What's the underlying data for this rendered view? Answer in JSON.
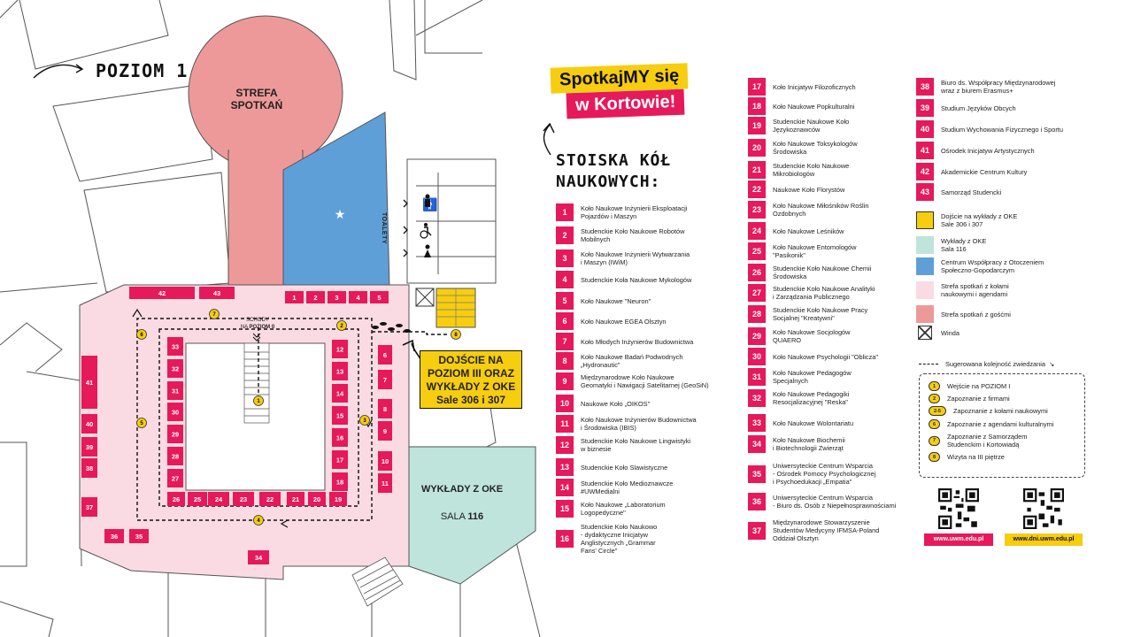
{
  "map": {
    "level_title": "POZIOM 1",
    "meeting_zone": "STREFA SPOTKAŃ",
    "toilets": "TOALETY",
    "stairs_line1": "SCHODY",
    "stairs_line2": "NA",
    "stairs_line3": "POZIOM 0",
    "callout": "DOJŚCIE NA POZIOM III ORAZ WYKŁADY Z OKE Sale 306 i 307",
    "lectures": "WYKŁADY Z OKE",
    "sala": "SALA",
    "sala_num": "116",
    "booth_labels": [
      "1",
      "2",
      "3",
      "4",
      "5",
      "6",
      "7",
      "8",
      "9",
      "10",
      "11",
      "12",
      "13",
      "14",
      "15",
      "16",
      "17",
      "18",
      "19",
      "20",
      "21",
      "22",
      "23",
      "24",
      "25",
      "26",
      "27",
      "28",
      "29",
      "30",
      "31",
      "32",
      "33",
      "34",
      "35",
      "36",
      "37",
      "38",
      "39",
      "40",
      "41",
      "42",
      "43"
    ],
    "route_labels": [
      "1",
      "2",
      "3",
      "4",
      "5",
      "6",
      "7",
      "8"
    ]
  },
  "header": {
    "title_line1": "SpotkajMY się",
    "title_line2": "w Kortowie!",
    "subtitle": "STOISKA KÓŁ NAUKOWYCH:"
  },
  "booths": [
    {
      "n": "1",
      "name": "Koło Naukowe Inżynierii Eksploatacji\nPojazdów i Maszyn"
    },
    {
      "n": "2",
      "name": "Studenckie Koło Naukowe Robotów\nMobilnych"
    },
    {
      "n": "3",
      "name": "Koło Naukowe Inżynierii Wytwarzania\ni Maszyn (IWiM)"
    },
    {
      "n": "4",
      "name": "Studenckie Koła Naukowe Mykologów"
    },
    {
      "n": "5",
      "name": "Koło Naukowe \"Neuron\""
    },
    {
      "n": "6",
      "name": "Koło Naukowe EGEA Olsztyn"
    },
    {
      "n": "7",
      "name": "Koło Młodych Inżynierów Budownictwa"
    },
    {
      "n": "8",
      "name": "Koło Naukowe Badań Podwodnych\n„Hydronautic\""
    },
    {
      "n": "9",
      "name": "Międzynarodowe Koło Naukowe\nGeomatyki i Nawigacji Satelitarnej (GeoSiN)"
    },
    {
      "n": "10",
      "name": "Naukowe Koło „OIKOS\""
    },
    {
      "n": "11",
      "name": "Koło Naukowe Inżynierów Budownictwa\ni Środowiska (IBIS)"
    },
    {
      "n": "12",
      "name": "Studenckie Koło Naukowe Lingwistyki\nw biznesie"
    },
    {
      "n": "13",
      "name": "Studenckie Koło Slawistyczne"
    },
    {
      "n": "14",
      "name": "Studenckie Koło Medioznawcze\n#UWMedialni"
    },
    {
      "n": "15",
      "name": "Koło Naukowe „Laboratorium\nLogopedyczne\""
    },
    {
      "n": "16",
      "name": "Studenckie Koło Naukowo\n- dydaktyczne Inicjatyw\nAnglistycznych „Grammar\nFans' Circle\""
    },
    {
      "n": "17",
      "name": "Koło Inicjatyw Filozoficznych"
    },
    {
      "n": "18",
      "name": "Koło Naukowe Popkulturalni"
    },
    {
      "n": "19",
      "name": "Studenckie Naukowe Koło\nJęzykoznawców"
    },
    {
      "n": "20",
      "name": "Koło Naukowe Toksykologów\nŚrodowiska"
    },
    {
      "n": "21",
      "name": "Studenckie Koło Naukowe\nMikrobiologów"
    },
    {
      "n": "22",
      "name": "Naukowe Koło Florystów"
    },
    {
      "n": "23",
      "name": "Koło Naukowe Miłośników Roślin\nOzdobnych"
    },
    {
      "n": "24",
      "name": "Koło Naukowe Leśników"
    },
    {
      "n": "25",
      "name": "Koło Naukowe Entomologów\n\"Pasikonik\""
    },
    {
      "n": "26",
      "name": "Studenckie Koło Naukowe Chemii\nŚrodowiska"
    },
    {
      "n": "27",
      "name": "Studenckie Koło Naukowe Analityki\ni Zarządzania Publicznego"
    },
    {
      "n": "28",
      "name": "Studenckie Koło Naukowe Pracy\nSocjalnej \"Kreatywni\""
    },
    {
      "n": "29",
      "name": "Koło Naukowe Socjologów\nQUAERO"
    },
    {
      "n": "30",
      "name": "Koło Naukowe Psychologii \"Oblicza\""
    },
    {
      "n": "31",
      "name": "Koło Naukowe Pedagogów\nSpecjalnych"
    },
    {
      "n": "32",
      "name": "Koło Naukowe Pedagogiki\nResocjalizacyjnej \"Reska\""
    },
    {
      "n": "33",
      "name": "Koło Naukowe Wolontariatu"
    },
    {
      "n": "34",
      "name": "Koło Naukowe Biochemii\ni Biotechnologii Zwierząt"
    },
    {
      "n": "35",
      "name": "Uniwersyteckie Centrum Wsparcia\n- Ośrodek Pomocy Psychologicznej\ni Psychoedukacji „Empatia\""
    },
    {
      "n": "36",
      "name": "Uniwersyteckie Centrum Wsparcia\n- Biuro ds. Osób z Niepełnosprawnościami"
    },
    {
      "n": "37",
      "name": "Międzynarodowe Stowarzyszenie\nStudentów Medycyny IFMSA-Poland\nOddział Olsztyn"
    },
    {
      "n": "38",
      "name": "Biuro ds. Współpracy Międzynarodowej\nwraz z biurem Erasmus+"
    },
    {
      "n": "39",
      "name": "Studium Języków Obcych"
    },
    {
      "n": "40",
      "name": "Studium Wychowania Fizycznego i Sportu"
    },
    {
      "n": "41",
      "name": "Ośrodek Inicjatyw Artystycznych"
    },
    {
      "n": "42",
      "name": "Akademickie Centrum Kultury"
    },
    {
      "n": "43",
      "name": "Samorząd Studencki"
    }
  ],
  "legend": [
    {
      "color": "#f7cd0f",
      "text": "Dojście na wykłady z OKE\nSale 306 i 307"
    },
    {
      "color": "#bfe4dc",
      "text": "Wykłady z OKE\nSala 116"
    },
    {
      "color": "#5f9fd8",
      "text": "Centrum Współpracy z Otoczeniem\nSpołeczno-Gopodarczym"
    },
    {
      "color": "#fadbe3",
      "text": "Strefa spotkań z kołami\nnaukowymi i agendami"
    },
    {
      "color": "#ee9999",
      "text": "Strefa spotkań z gośćmi"
    },
    {
      "color": "elevator",
      "text": "Winda"
    }
  ],
  "route_legend": "Sugerowana kolejność zwiedzania",
  "route_steps": [
    {
      "badge": "1",
      "text": "Wejście na POZIOM I"
    },
    {
      "badge": "2",
      "text": "Zapoznanie z firmami"
    },
    {
      "badge": "2-5",
      "text": "Zapoznanie z kołami naukowymi"
    },
    {
      "badge": "6",
      "text": "Zapoznanie z agendami kulturalnymi"
    },
    {
      "badge": "7",
      "text": "Zapoznanie z Samorządem\nStudenckim i Kortowiadą"
    },
    {
      "badge": "8",
      "text": "Wizyta na III piętrze"
    }
  ],
  "links": {
    "uwm": "www.uwm.edu.pl",
    "dni": "www.dni.uwm.edu.pl"
  },
  "colors": {
    "pink": "#e6195a",
    "yellow": "#f7cd0f",
    "blue": "#5f9fd8",
    "teal": "#bfe4dc",
    "lightpink": "#fadbe3",
    "salmon": "#ee9999"
  }
}
